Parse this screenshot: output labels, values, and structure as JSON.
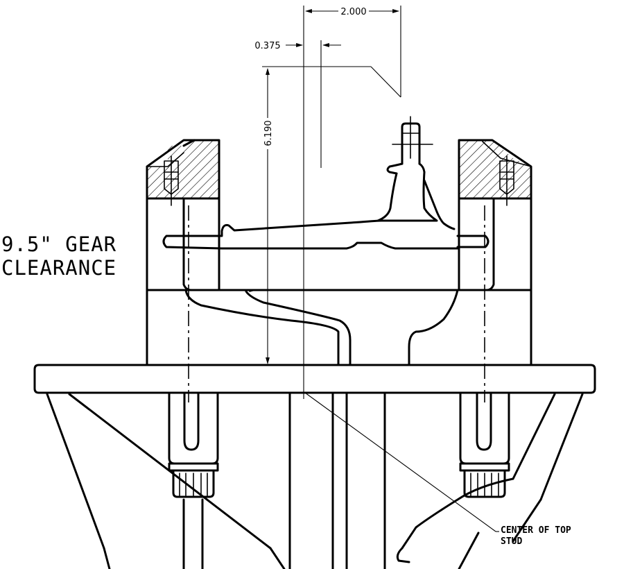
{
  "dimensions": {
    "width_top": "2.000",
    "offset": "0.375",
    "height": "6.190"
  },
  "label": {
    "line1": "9.5\" GEAR",
    "line2": "CLEARANCE"
  },
  "note": {
    "line1": "CENTER OF TOP",
    "line2": "STUD"
  }
}
